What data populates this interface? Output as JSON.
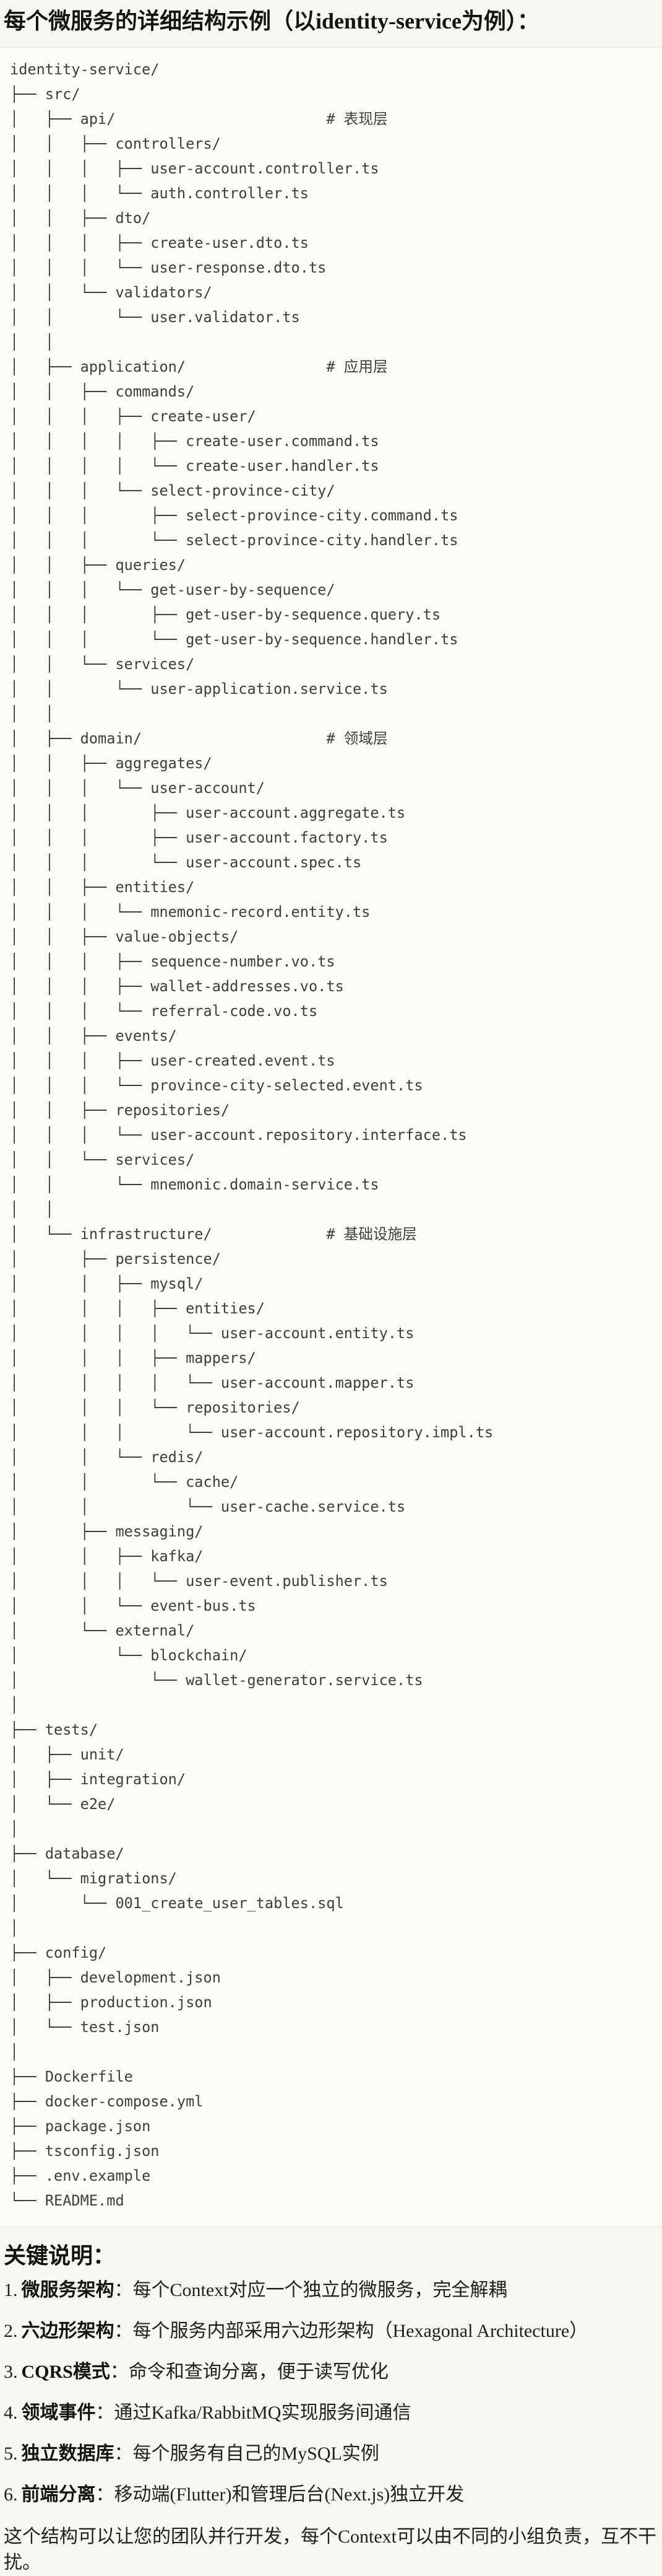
{
  "title": "每个微服务的详细结构示例（以identity-service为例）：",
  "tree": {
    "lines": [
      "identity-service/",
      "├── src/",
      "│   ├── api/                        # 表现层",
      "│   │   ├── controllers/",
      "│   │   │   ├── user-account.controller.ts",
      "│   │   │   └── auth.controller.ts",
      "│   │   ├── dto/",
      "│   │   │   ├── create-user.dto.ts",
      "│   │   │   └── user-response.dto.ts",
      "│   │   └── validators/",
      "│   │       └── user.validator.ts",
      "│   │",
      "│   ├── application/                # 应用层",
      "│   │   ├── commands/",
      "│   │   │   ├── create-user/",
      "│   │   │   │   ├── create-user.command.ts",
      "│   │   │   │   └── create-user.handler.ts",
      "│   │   │   └── select-province-city/",
      "│   │   │       ├── select-province-city.command.ts",
      "│   │   │       └── select-province-city.handler.ts",
      "│   │   ├── queries/",
      "│   │   │   └── get-user-by-sequence/",
      "│   │   │       ├── get-user-by-sequence.query.ts",
      "│   │   │       └── get-user-by-sequence.handler.ts",
      "│   │   └── services/",
      "│   │       └── user-application.service.ts",
      "│   │",
      "│   ├── domain/                     # 领域层",
      "│   │   ├── aggregates/",
      "│   │   │   └── user-account/",
      "│   │   │       ├── user-account.aggregate.ts",
      "│   │   │       ├── user-account.factory.ts",
      "│   │   │       └── user-account.spec.ts",
      "│   │   ├── entities/",
      "│   │   │   └── mnemonic-record.entity.ts",
      "│   │   ├── value-objects/",
      "│   │   │   ├── sequence-number.vo.ts",
      "│   │   │   ├── wallet-addresses.vo.ts",
      "│   │   │   └── referral-code.vo.ts",
      "│   │   ├── events/",
      "│   │   │   ├── user-created.event.ts",
      "│   │   │   └── province-city-selected.event.ts",
      "│   │   ├── repositories/",
      "│   │   │   └── user-account.repository.interface.ts",
      "│   │   └── services/",
      "│   │       └── mnemonic.domain-service.ts",
      "│   │",
      "│   └── infrastructure/             # 基础设施层",
      "│       ├── persistence/",
      "│       │   ├── mysql/",
      "│       │   │   ├── entities/",
      "│       │   │   │   └── user-account.entity.ts",
      "│       │   │   ├── mappers/",
      "│       │   │   │   └── user-account.mapper.ts",
      "│       │   │   └── repositories/",
      "│       │   │       └── user-account.repository.impl.ts",
      "│       │   └── redis/",
      "│       │       └── cache/",
      "│       │           └── user-cache.service.ts",
      "│       ├── messaging/",
      "│       │   ├── kafka/",
      "│       │   │   └── user-event.publisher.ts",
      "│       │   └── event-bus.ts",
      "│       └── external/",
      "│           └── blockchain/",
      "│               └── wallet-generator.service.ts",
      "│",
      "├── tests/",
      "│   ├── unit/",
      "│   ├── integration/",
      "│   └── e2e/",
      "│",
      "├── database/",
      "│   └── migrations/",
      "│       └── 001_create_user_tables.sql",
      "│",
      "├── config/",
      "│   ├── development.json",
      "│   ├── production.json",
      "│   └── test.json",
      "│",
      "├── Dockerfile",
      "├── docker-compose.yml",
      "├── package.json",
      "├── tsconfig.json",
      "├── .env.example",
      "└── README.md"
    ]
  },
  "notes": {
    "heading": "关键说明：",
    "items": [
      {
        "num": "1.",
        "term": "微服务架构",
        "desc": "：每个Context对应一个独立的微服务，完全解耦"
      },
      {
        "num": "2.",
        "term": "六边形架构",
        "desc": "：每个服务内部采用六边形架构（Hexagonal Architecture）"
      },
      {
        "num": "3.",
        "term": "CQRS模式",
        "desc": "：命令和查询分离，便于读写优化"
      },
      {
        "num": "4.",
        "term": "领域事件",
        "desc": "：通过Kafka/RabbitMQ实现服务间通信"
      },
      {
        "num": "5.",
        "term": "独立数据库",
        "desc": "：每个服务有自己的MySQL实例"
      },
      {
        "num": "6.",
        "term": "前端分离",
        "desc": "：移动端(Flutter)和管理后台(Next.js)独立开发"
      }
    ],
    "footer": "这个结构可以让您的团队并行开发，每个Context可以由不同的小组负责，互不干扰。"
  },
  "colors": {
    "page_background": "#f8f6f0",
    "code_background": "#fcfbf8",
    "code_border": "#e4e1d8",
    "heading_text": "#14130f",
    "tree_text": "#3f3e39",
    "body_text": "#21201c"
  }
}
